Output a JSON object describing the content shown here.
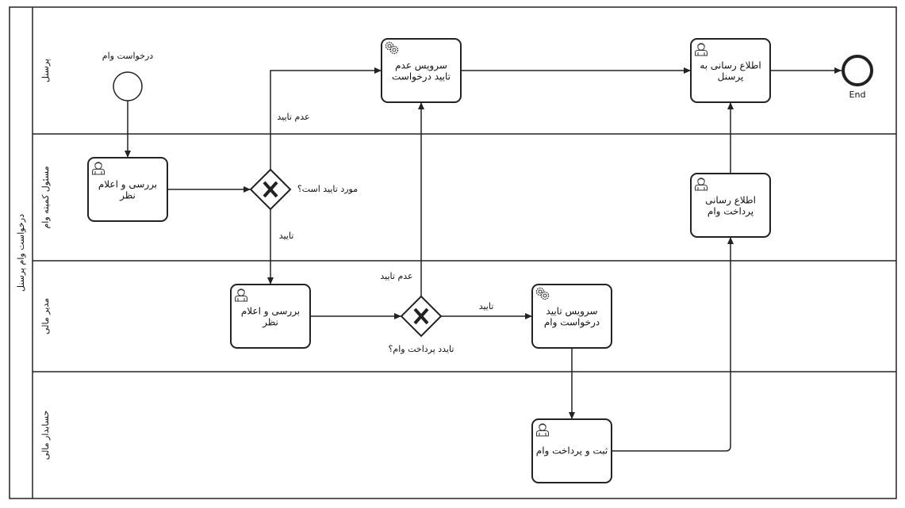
{
  "pool": {
    "title": "درخواست وام پرسنل"
  },
  "lanes": {
    "personnel": "پرسنل",
    "committee": "مسئول کمیته وام",
    "finance_manager": "مدیر مالی",
    "accountant": "حسابدار مالی"
  },
  "events": {
    "start_label": "درخواست وام",
    "end_label": "End"
  },
  "tasks": {
    "reject_service": [
      "سرویس عدم",
      "تایید درخواست"
    ],
    "notify_personnel": [
      "اطلاع رسانی به",
      "پرسنل"
    ],
    "committee_review": [
      "بررسی و اعلام",
      "نظر"
    ],
    "notify_payment": [
      "اطلاع رسانی",
      "پرداخت وام"
    ],
    "manager_review": [
      "بررسی و اعلام",
      "نظر"
    ],
    "approve_service": [
      "سرویس تایید",
      "درخواست وام"
    ],
    "register_payment": [
      "ثبت و پرداخت وام"
    ]
  },
  "gateways": {
    "committee_question": "مورد تایید است؟",
    "manager_question": "تایدد پرداخت وام؟"
  },
  "flows": {
    "committee_reject": "عدم تایید",
    "committee_approve": "تایید",
    "manager_reject": "عدم تایید",
    "manager_approve": "تایید"
  }
}
